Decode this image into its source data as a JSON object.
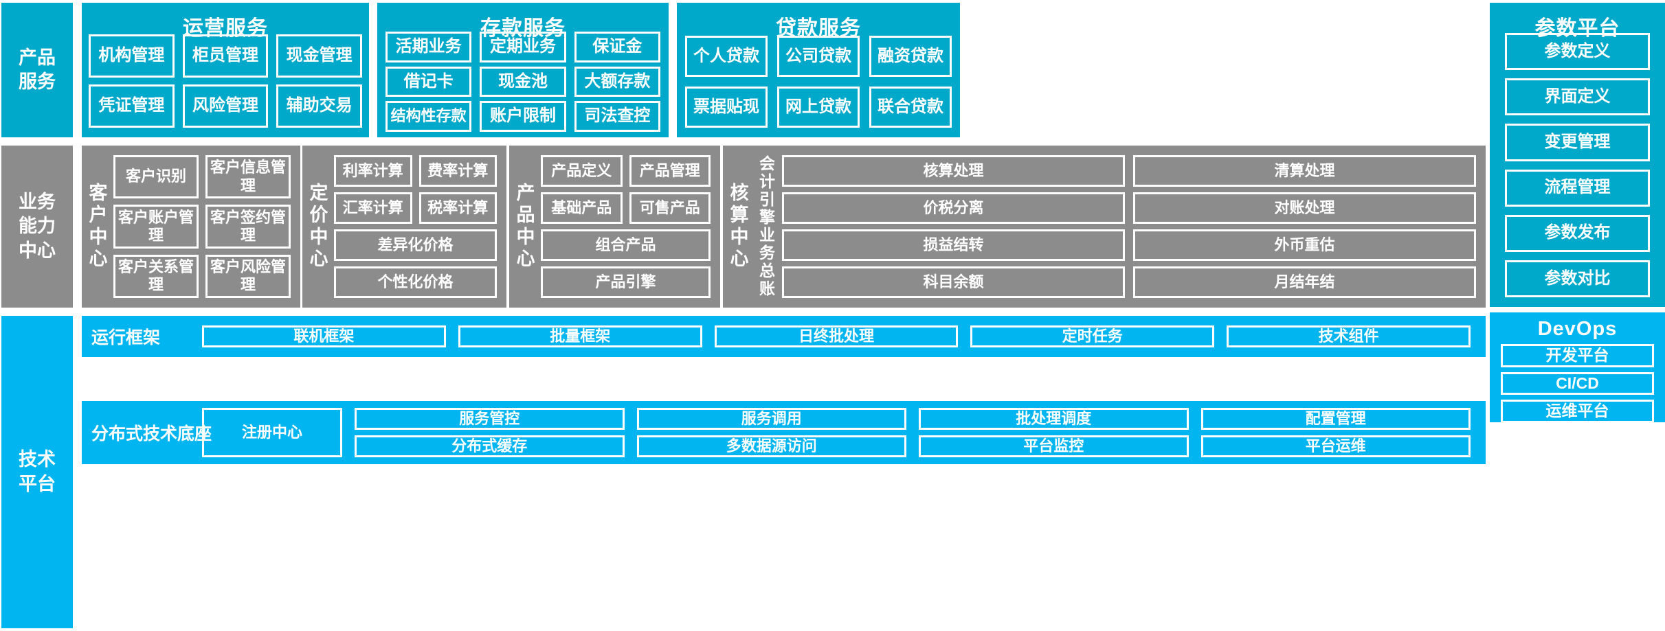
{
  "colors": {
    "teal": "#00A9C9",
    "blue": "#00B5F0",
    "gray": "#8C8C8C",
    "border": "#FFFFFF",
    "text": "#FFFFFF"
  },
  "rows": {
    "product_services": {
      "label": "产品\n服务",
      "groups": [
        {
          "title": "运营服务",
          "tiles": [
            "机构管理",
            "柜员管理",
            "现金管理",
            "凭证管理",
            "风险管理",
            "辅助交易"
          ]
        },
        {
          "title": "存款服务",
          "tiles": [
            "活期业务",
            "定期业务",
            "保证金",
            "借记卡",
            "现金池",
            "大额存款",
            "结构性存款",
            "账户限制",
            "司法查控"
          ]
        },
        {
          "title": "贷款服务",
          "tiles": [
            "个人贷款",
            "公司贷款",
            "融资贷款",
            "票据贴现",
            "网上贷款",
            "联合贷款"
          ]
        }
      ]
    },
    "business_capability": {
      "label": "业务\n能力\n中心",
      "centers": [
        {
          "name": "客户中心",
          "tiles": [
            "客户识别",
            "客户信息管理",
            "客户账户管理",
            "客户签约管理",
            "客户关系管理",
            "客户风险管理"
          ]
        },
        {
          "name": "定价中心",
          "tiles": [
            "利率计算",
            "费率计算",
            "汇率计算",
            "税率计算",
            "差异化价格",
            "个性化价格"
          ]
        },
        {
          "name": "产品中心",
          "tiles": [
            "产品定义",
            "产品管理",
            "基础产品",
            "可售产品",
            "组合产品",
            "产品引擎"
          ]
        },
        {
          "name": "核算中心",
          "sub_labels": [
            "会计引擎",
            "业务总账"
          ],
          "tiles": [
            "核算处理",
            "清算处理",
            "价税分离",
            "对账处理",
            "损益结转",
            "外币重估",
            "科目余额",
            "月结年结"
          ]
        }
      ]
    },
    "technical_platform": {
      "label": "技术\n平台",
      "run_framework": {
        "label": "运行框架",
        "tiles": [
          "联机框架",
          "批量框架",
          "日终批处理",
          "定时任务",
          "技术组件"
        ]
      },
      "distributed_base": {
        "label": "分布式技术底座",
        "registry": "注册中心",
        "tiles": [
          "服务管控",
          "服务调用",
          "批处理调度",
          "配置管理",
          "分布式缓存",
          "多数据源访问",
          "平台监控",
          "平台运维"
        ]
      }
    }
  },
  "right_column": {
    "parameter_platform": {
      "title": "参数平台",
      "tiles": [
        "参数定义",
        "界面定义",
        "变更管理",
        "流程管理",
        "参数发布",
        "参数对比"
      ]
    },
    "devops": {
      "title": "DevOps",
      "tiles": [
        "开发平台",
        "CI/CD",
        "运维平台"
      ]
    }
  }
}
